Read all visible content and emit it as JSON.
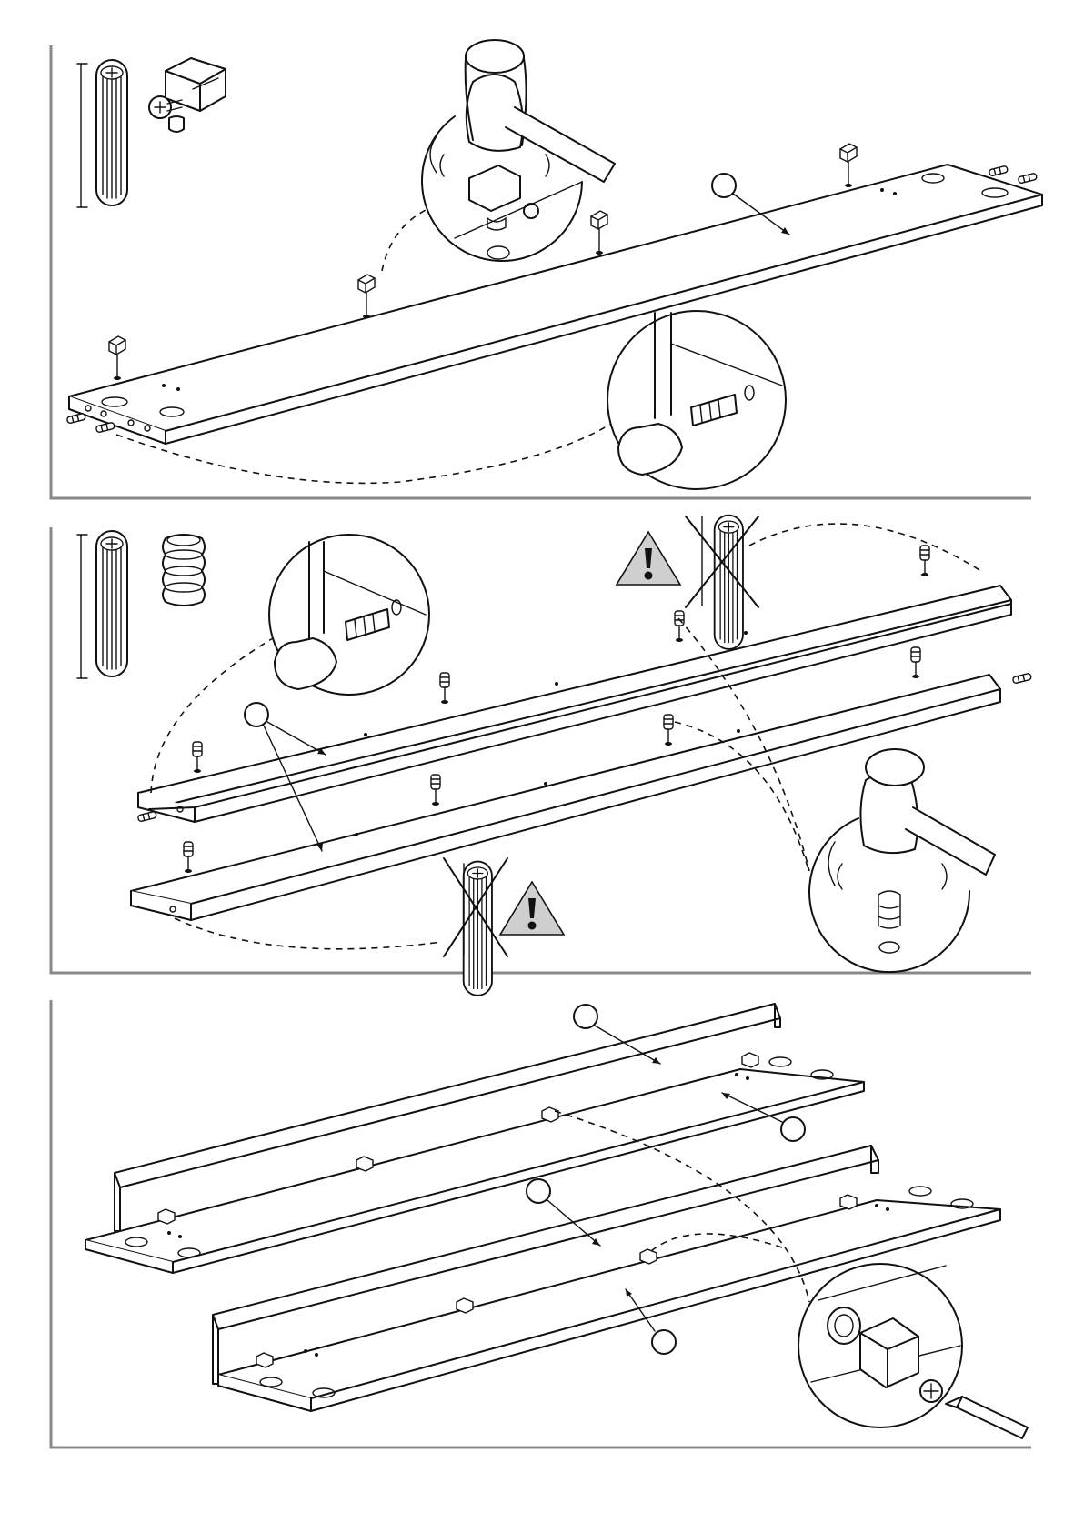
{
  "document": {
    "type": "assembly-instructions",
    "steps": [
      {
        "name": "step-1",
        "parts": [
          "wooden-dowel",
          "cam-lock"
        ],
        "tool": "hammer"
      },
      {
        "name": "step-2",
        "parts": [
          "wooden-dowel",
          "cam-insert"
        ],
        "tool": "hammer",
        "warning": "no-dowel"
      },
      {
        "name": "step-3",
        "parts": [
          "cam-lock"
        ],
        "tool": "screwdriver"
      }
    ],
    "colors": {
      "line": "#111111",
      "frame": "#888888",
      "warning": "#cccccc",
      "page": "#ffffff"
    }
  }
}
